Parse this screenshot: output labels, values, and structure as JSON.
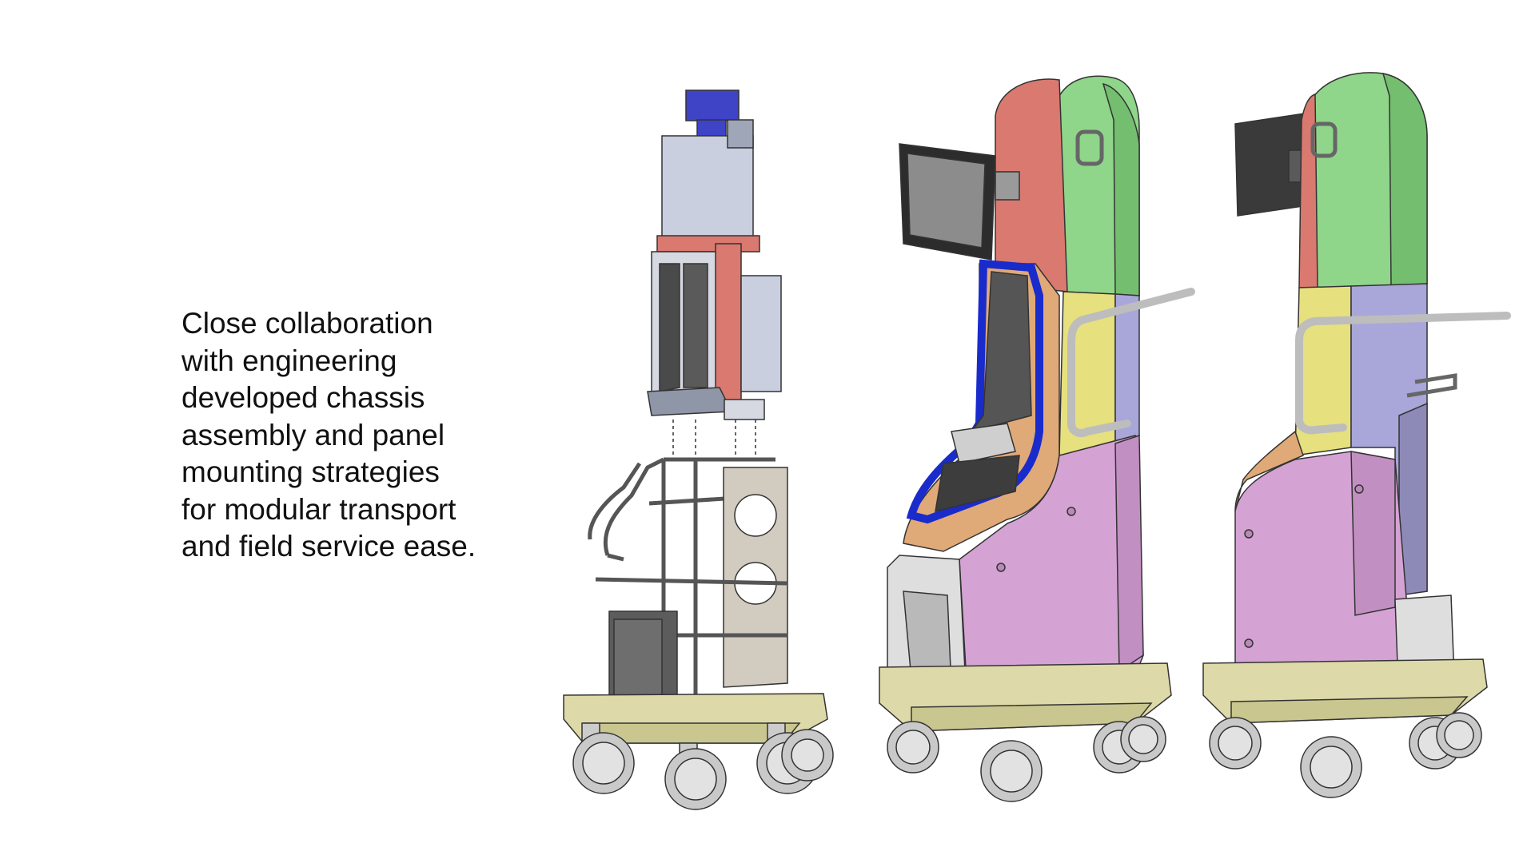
{
  "caption": {
    "lines": [
      "Close collaboration",
      "with engineering",
      "developed chassis",
      "assembly and panel",
      "mounting strategies",
      "for modular transport",
      "and field service ease."
    ]
  },
  "illustration": {
    "views": [
      "exploded-chassis-view",
      "front-three-quarter-view",
      "rear-three-quarter-view"
    ],
    "colors": {
      "green_panel": "#8fd58a",
      "red_panel": "#d9796f",
      "yellow_panel": "#e6e07e",
      "lavender_panel": "#a9a6d9",
      "pink_panel": "#d4a3d4",
      "orange_trim": "#e0a978",
      "blue_trim": "#1a2bcc",
      "chassis_blue": "#3f43c6",
      "chassis_grey": "#c9cfdf",
      "base_beige": "#ddd9a8",
      "wheel_grey": "#c9c9c9",
      "handle_grey": "#bdbdbd",
      "screen_dark": "#2c2c2c"
    }
  }
}
